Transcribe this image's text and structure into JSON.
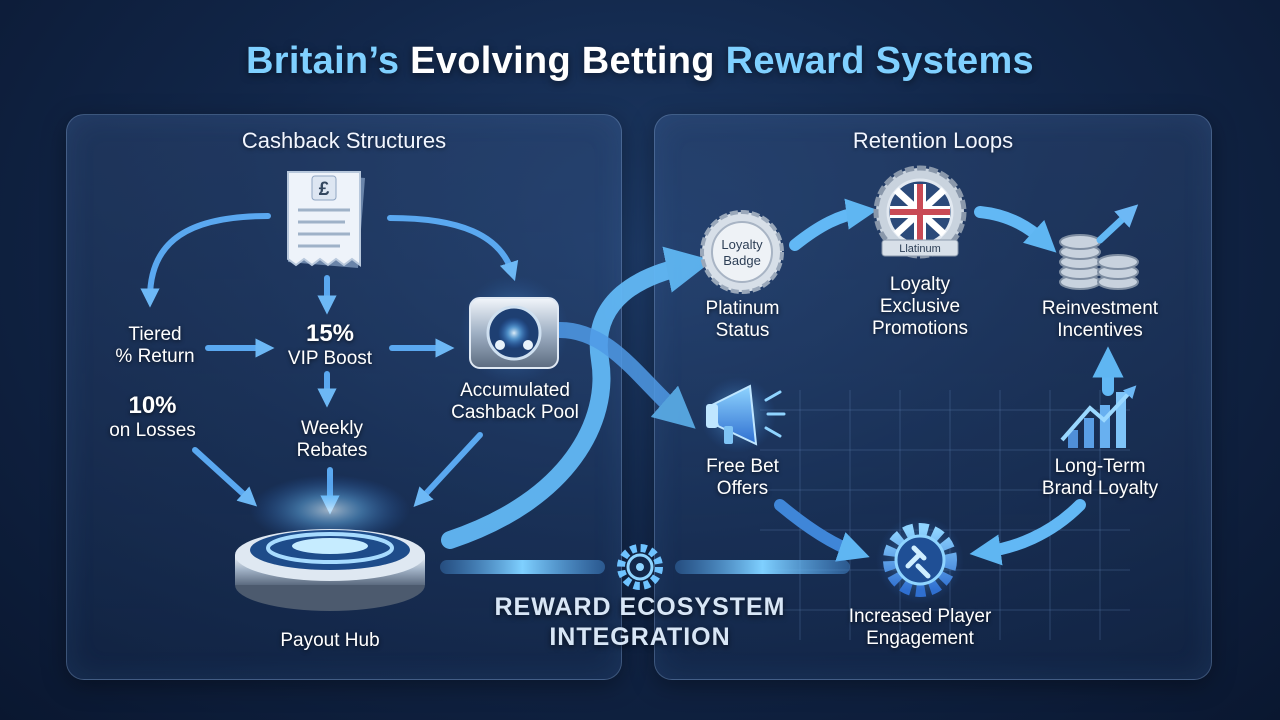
{
  "title": {
    "part1": "Britain’s",
    "part2": " Evolving Betting ",
    "part3": "Reward Systems"
  },
  "left_panel": {
    "title": "Cashback Structures",
    "receipt_symbol": "£",
    "tiered": {
      "line1": "Tiered",
      "line2": "% Return"
    },
    "vip": {
      "value": "15%",
      "label": "VIP Boost"
    },
    "losses": {
      "value": "10%",
      "label": "on Losses"
    },
    "weekly": {
      "line1": "Weekly",
      "line2": "Rebates"
    },
    "pool": {
      "line1": "Accumulated",
      "line2": "Cashback Pool"
    },
    "hub": "Payout Hub"
  },
  "right_panel": {
    "title": "Retention Loops",
    "badge_text": {
      "line1": "Loyalty",
      "line2": "Badge"
    },
    "platinum": {
      "line1": "Platinum",
      "line2": "Status"
    },
    "medal_ribbon": "Llatinum",
    "exclusive": {
      "line1": "Loyalty",
      "line2": "Exclusive",
      "line3": "Promotions"
    },
    "reinvest": {
      "line1": "Reinvestment",
      "line2": "Incentives"
    },
    "freebet": {
      "line1": "Free Bet",
      "line2": "Offers"
    },
    "brand": {
      "line1": "Long-Term",
      "line2": "Brand Loyalty"
    },
    "engagement": {
      "line1": "Increased Player",
      "line2": "Engagement"
    }
  },
  "integration": {
    "line1": "REWARD ECOSYSTEM",
    "line2": "INTEGRATION"
  },
  "colors": {
    "accent": "#7fd0ff",
    "arrow": "#5aa8f0",
    "background": "#12274a"
  },
  "icons": [
    "receipt-icon",
    "vault-icon",
    "payout-hub-icon",
    "loyalty-badge-icon",
    "union-jack-medal-icon",
    "coin-stack-icon",
    "megaphone-icon",
    "growth-chart-icon",
    "gear-link-icon",
    "gear-icon"
  ]
}
